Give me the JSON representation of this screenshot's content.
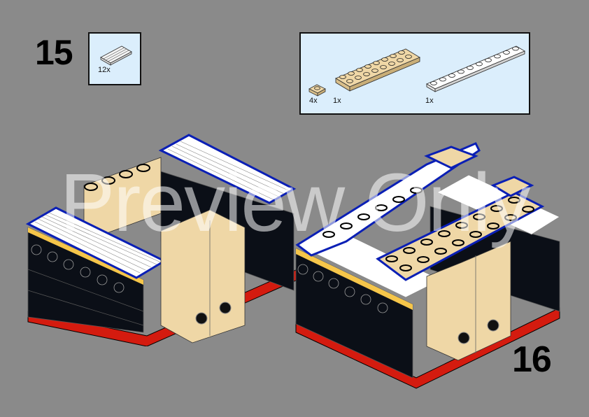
{
  "page": {
    "background": "#8a8a8a",
    "watermark": "Preview Only"
  },
  "steps": [
    {
      "number": "15",
      "parts_callout": {
        "background": "#dbeefc",
        "parts": [
          {
            "name": "white-tile-1x2-grille",
            "quantity": "12x",
            "color": "#ffffff"
          }
        ]
      }
    },
    {
      "number": "16",
      "parts_callout": {
        "background": "#dbeefc",
        "parts": [
          {
            "name": "tan-plate-1x1",
            "quantity": "4x",
            "color": "#e8d09a"
          },
          {
            "name": "tan-plate-2x8",
            "quantity": "1x",
            "color": "#e8d09a"
          },
          {
            "name": "white-plate-1x10",
            "quantity": "1x",
            "color": "#ffffff"
          }
        ]
      }
    }
  ],
  "colors": {
    "tan": "#efd7a6",
    "black": "#0b0f17",
    "red": "#d41b0f",
    "white": "#ffffff",
    "highlight_outline": "#0a1fb5",
    "yellow_strip": "#f6c64a"
  }
}
